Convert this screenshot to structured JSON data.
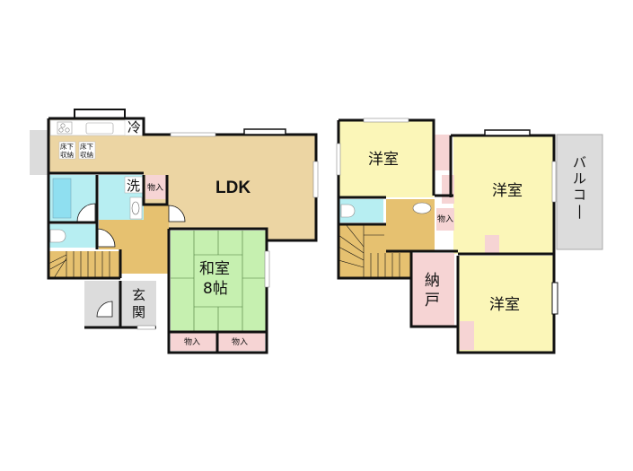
{
  "floor1": {
    "ldk": "LDK",
    "fridge": "冷",
    "underfloor_storage_1": "床下\n収納",
    "underfloor_storage_2": "床下\n収納",
    "washroom": "洗",
    "storage_small": "物入",
    "japanese_room_line1": "和室",
    "japanese_room_line2": "8帖",
    "entrance_line1": "玄",
    "entrance_line2": "関",
    "closet_1": "物入",
    "closet_2": "物入"
  },
  "floor2": {
    "western_room_1": "洋室",
    "western_room_2": "洋室",
    "western_room_3": "洋室",
    "storage_small": "物入",
    "storeroom_line1": "納",
    "storeroom_line2": "戸",
    "balcony": [
      "バ",
      "ル",
      "コ",
      "ー"
    ]
  },
  "colors": {
    "ldk": "#ecd5a3",
    "hall": "#e6c170",
    "japanese": "#c6f0b0",
    "water": "#b7eef2",
    "western": "#fbf6b8",
    "storage": "#f6d4d4",
    "entrance": "#dcdcdc",
    "wall": "#111111"
  }
}
